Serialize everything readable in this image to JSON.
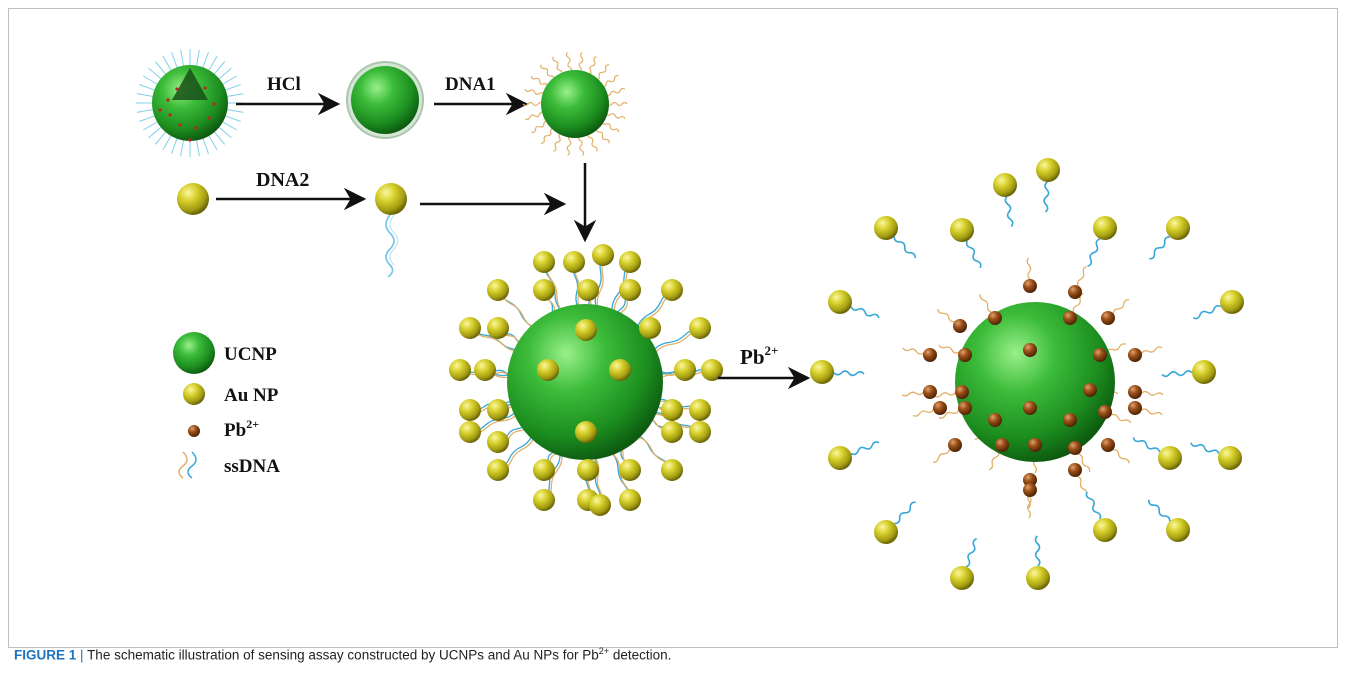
{
  "labels": {
    "hcl": "HCl",
    "dna1": "DNA1",
    "dna2": "DNA2",
    "pb": "Pb",
    "pb_charge": "2+"
  },
  "legend": {
    "ucnp": "UCNP",
    "au_np": "Au NP",
    "pb": "Pb",
    "pb_charge": "2+",
    "ssdna": "ssDNA"
  },
  "caption": {
    "figure_label": "FIGURE 1",
    "separator": "|",
    "text_before": "The schematic illustration of sensing assay constructed by UCNPs and Au NPs for Pb",
    "superscript": "2+",
    "text_after": " detection."
  },
  "colors": {
    "ucnp_green": "#1f8f1f",
    "gold": "#b8b21a",
    "lead_brown": "#7a3a0e",
    "dna_blue": "#36a7d6",
    "dna_orange": "#e2b067"
  }
}
